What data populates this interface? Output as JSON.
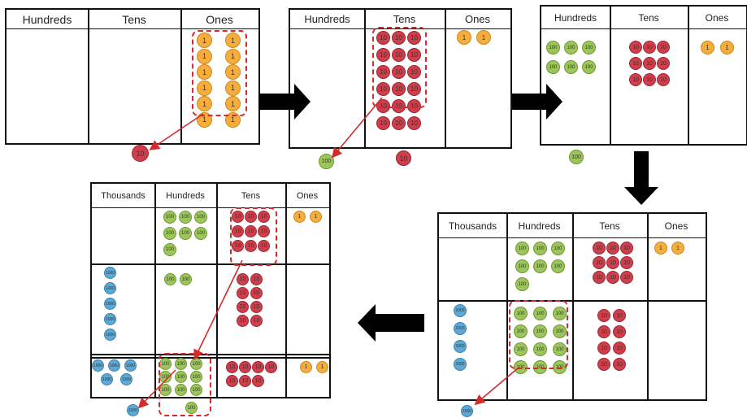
{
  "panels": [
    {
      "id": "panel1",
      "headers": [
        "Hundreds",
        "Tens",
        "Ones"
      ],
      "counters": {
        "hundreds": 0,
        "tens": 0,
        "ones": 12
      },
      "grouped": "10 ones",
      "below": [
        "10"
      ]
    },
    {
      "id": "panel2",
      "headers": [
        "Hundreds",
        "Tens",
        "Ones"
      ],
      "counters": {
        "hundreds": 0,
        "tens": 18,
        "ones": 2
      },
      "grouped": "10 tens",
      "below": [
        "100",
        "10"
      ]
    },
    {
      "id": "panel3",
      "headers": [
        "Hundreds",
        "Tens",
        "Ones"
      ],
      "counters": {
        "hundreds": 6,
        "tens": 9,
        "ones": 2
      },
      "below": [
        "100"
      ]
    },
    {
      "id": "panel4",
      "headers": [
        "Thousands",
        "Hundreds",
        "Tens",
        "Ones"
      ],
      "rows": [
        {
          "thousands": 0,
          "hundreds": 7,
          "tens": 9,
          "ones": 2
        },
        {
          "thousands": 4,
          "hundreds": 12,
          "tens": 8,
          "ones": 0
        }
      ],
      "grouped": "10 hundreds",
      "below": [
        "1000"
      ]
    },
    {
      "id": "panel5",
      "headers": [
        "Thousands",
        "Hundreds",
        "Tens",
        "Ones"
      ],
      "rows": [
        {
          "thousands": 0,
          "hundreds": 7,
          "tens": 9,
          "ones": 2
        },
        {
          "thousands": 5,
          "hundreds": 2,
          "tens": 8,
          "ones": 0
        },
        {
          "thousands": 5,
          "hundreds": 9,
          "tens": 7,
          "ones": 2
        }
      ],
      "grouped": "10 tens",
      "below": [
        "1000",
        "100"
      ]
    }
  ],
  "coin_labels": {
    "ones": "1",
    "tens": "10",
    "hundreds": "100",
    "thousands": "1000"
  },
  "colors": {
    "ones": "#f6ad3c",
    "tens": "#cf3f4b",
    "hundreds": "#9dc65a",
    "thousands": "#5ea8d6",
    "group_outline": "#d42a2a",
    "flow_arrow": "#000000"
  }
}
